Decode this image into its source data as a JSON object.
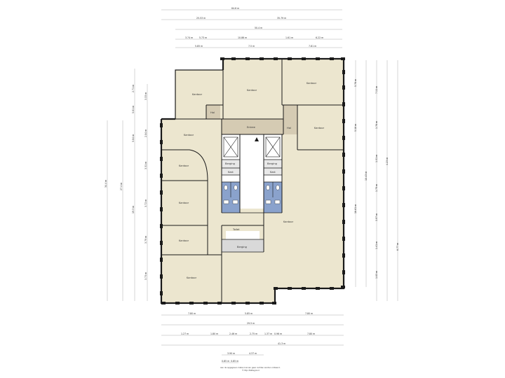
{
  "rooms": {
    "kantoor": "Kantoor",
    "hal": "Hal",
    "entree": "Entree",
    "berging": "Berging",
    "kast": "Kast",
    "toilet": "Toilet"
  },
  "dimensions": {
    "top_1": "64.6 m",
    "top_2a": "25.53 m",
    "top_2b": "35.79 m",
    "top_3": "50.4 m",
    "top_4a": "3.74 m",
    "top_4b": "5.73 m",
    "top_4c": "10.86 m",
    "top_4d": "1.61 m",
    "top_4e": "6.22 m",
    "top_5a": "5.85 m",
    "top_5b": "7.5 m",
    "top_5c": "7.81 m",
    "bot_1a": "7.80 m",
    "bot_1b": "5.85 m",
    "bot_1c": "7.80 m",
    "bot_2": "29.5 m",
    "bot_3a": "1.27 m",
    "bot_3b": "1.80 m",
    "bot_3c": "2.46 m",
    "bot_3d": "2.75 m",
    "bot_3e": "1.37 m",
    "bot_3f": "0.96 m",
    "bot_3g": "7.80 m",
    "bot_4": "41.3 m",
    "bot_5a": "3.90 m",
    "bot_5b": "4.37 m",
    "bot_6a": "0.85 m",
    "bot_6b": "0.85 m",
    "left_1": "34.4 m",
    "left_2": "27.4 m",
    "left_3a": "2.71 m",
    "left_3b": "5.81 m",
    "left_3c": "5.84 m",
    "left_3d": "19.3 m",
    "left_4a": "3.33 m",
    "left_4b": "2.04 m",
    "left_4c": "3.31 m",
    "left_4d": "3.72 m",
    "left_4e": "3.79 m",
    "left_4f": "3.73 m",
    "right_1": "16.61 m",
    "right_2a": "5.76 m",
    "right_2b": "5.16 m",
    "right_2c": "10.43 m",
    "right_3a": "7.11 m",
    "right_3b": "1.76 m",
    "right_3c": "1.51 m",
    "right_3d": "1.79 m",
    "right_3e": "3.97 m",
    "right_3f": "1.41 m",
    "right_3g": "1.83 m",
    "right_4": "6.77 m",
    "right_5": "4.23 m"
  },
  "footer": {
    "line1": "Aan de opgegeven maten kunnen geen rechten worden ontleend.",
    "line2": "© Mijn Plattegrond"
  },
  "colors": {
    "room_fill": "#ece6cf",
    "hall_fill": "#d5cbb3",
    "toilet_fill": "#8aa2cc",
    "storage_fill": "#d9d9d9",
    "wall": "#1a1a1a",
    "dim_line": "#888888"
  }
}
